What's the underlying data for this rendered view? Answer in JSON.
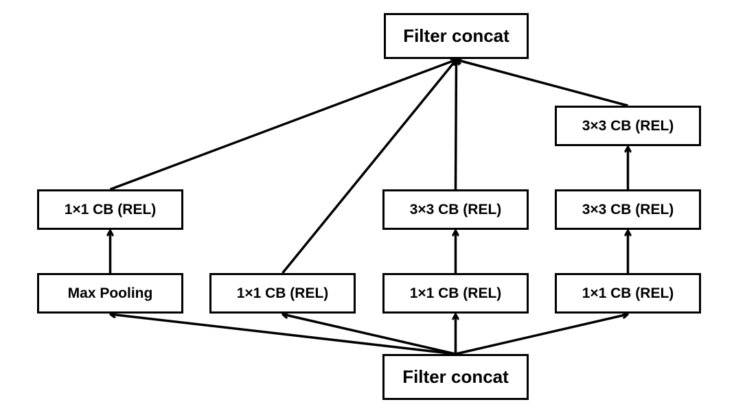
{
  "colors": {
    "stroke": "#000000",
    "background": "#ffffff"
  },
  "nodes": {
    "top_concat": "Filter concat",
    "bottom_concat": "Filter concat",
    "max_pooling": "Max Pooling",
    "branch1_conv1x1": "1×1 CB (REL)",
    "branch2_conv1x1": "1×1 CB (REL)",
    "branch3_conv1x1": "1×1 CB (REL)",
    "branch3_conv3x3": "3×3 CB (REL)",
    "branch4_conv1x1": "1×1 CB (REL)",
    "branch4_conv3x3_a": "3×3 CB (REL)",
    "branch4_conv3x3_b": "3×3 CB (REL)"
  },
  "edges": [
    {
      "from": "bottom_concat",
      "to": "max_pooling"
    },
    {
      "from": "bottom_concat",
      "to": "branch2_conv1x1"
    },
    {
      "from": "bottom_concat",
      "to": "branch3_conv1x1"
    },
    {
      "from": "bottom_concat",
      "to": "branch4_conv1x1"
    },
    {
      "from": "max_pooling",
      "to": "branch1_conv1x1"
    },
    {
      "from": "branch3_conv1x1",
      "to": "branch3_conv3x3"
    },
    {
      "from": "branch4_conv1x1",
      "to": "branch4_conv3x3_a"
    },
    {
      "from": "branch4_conv3x3_a",
      "to": "branch4_conv3x3_b"
    },
    {
      "from": "branch1_conv1x1",
      "to": "top_concat"
    },
    {
      "from": "branch2_conv1x1",
      "to": "top_concat"
    },
    {
      "from": "branch3_conv3x3",
      "to": "top_concat"
    },
    {
      "from": "branch4_conv3x3_b",
      "to": "top_concat"
    }
  ]
}
